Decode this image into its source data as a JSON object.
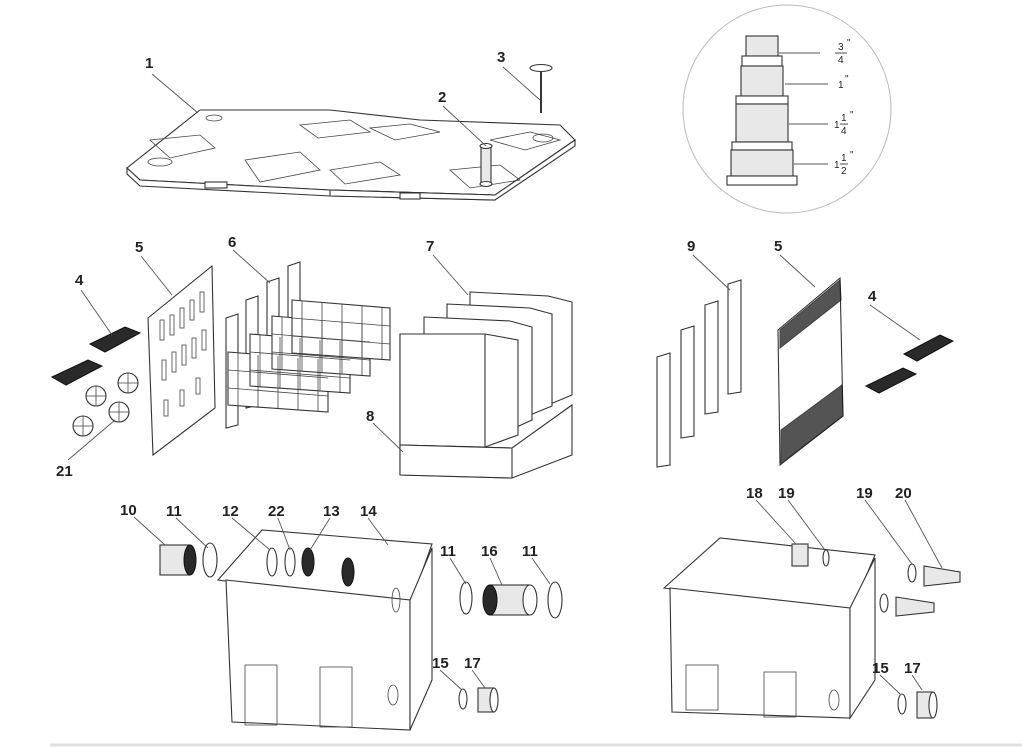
{
  "colors": {
    "line": "#333333",
    "dark_part": "#2a2a2a",
    "light_part": "#e8e8e8",
    "background": "#ffffff"
  },
  "callouts": {
    "c1": "1",
    "c2": "2",
    "c3": "3",
    "c4a": "4",
    "c4b": "4",
    "c5a": "5",
    "c5b": "5",
    "c6": "6",
    "c7": "7",
    "c8": "8",
    "c9": "9",
    "c10": "10",
    "c11a": "11",
    "c11b": "11",
    "c11c": "11",
    "c12": "12",
    "c13": "13",
    "c14": "14",
    "c15a": "15",
    "c15b": "15",
    "c16": "16",
    "c17a": "17",
    "c17b": "17",
    "c18": "18",
    "c19a": "19",
    "c19b": "19",
    "c20": "20",
    "c21": "21",
    "c22": "22"
  },
  "hose_sizes": {
    "s1": {
      "num": "3",
      "den": "4",
      "mark": "\""
    },
    "s2": {
      "label": "1",
      "mark": "\""
    },
    "s3": {
      "whole": "1",
      "num": "1",
      "den": "4",
      "mark": "\""
    },
    "s4": {
      "whole": "1",
      "num": "1",
      "den": "2",
      "mark": "\""
    }
  }
}
